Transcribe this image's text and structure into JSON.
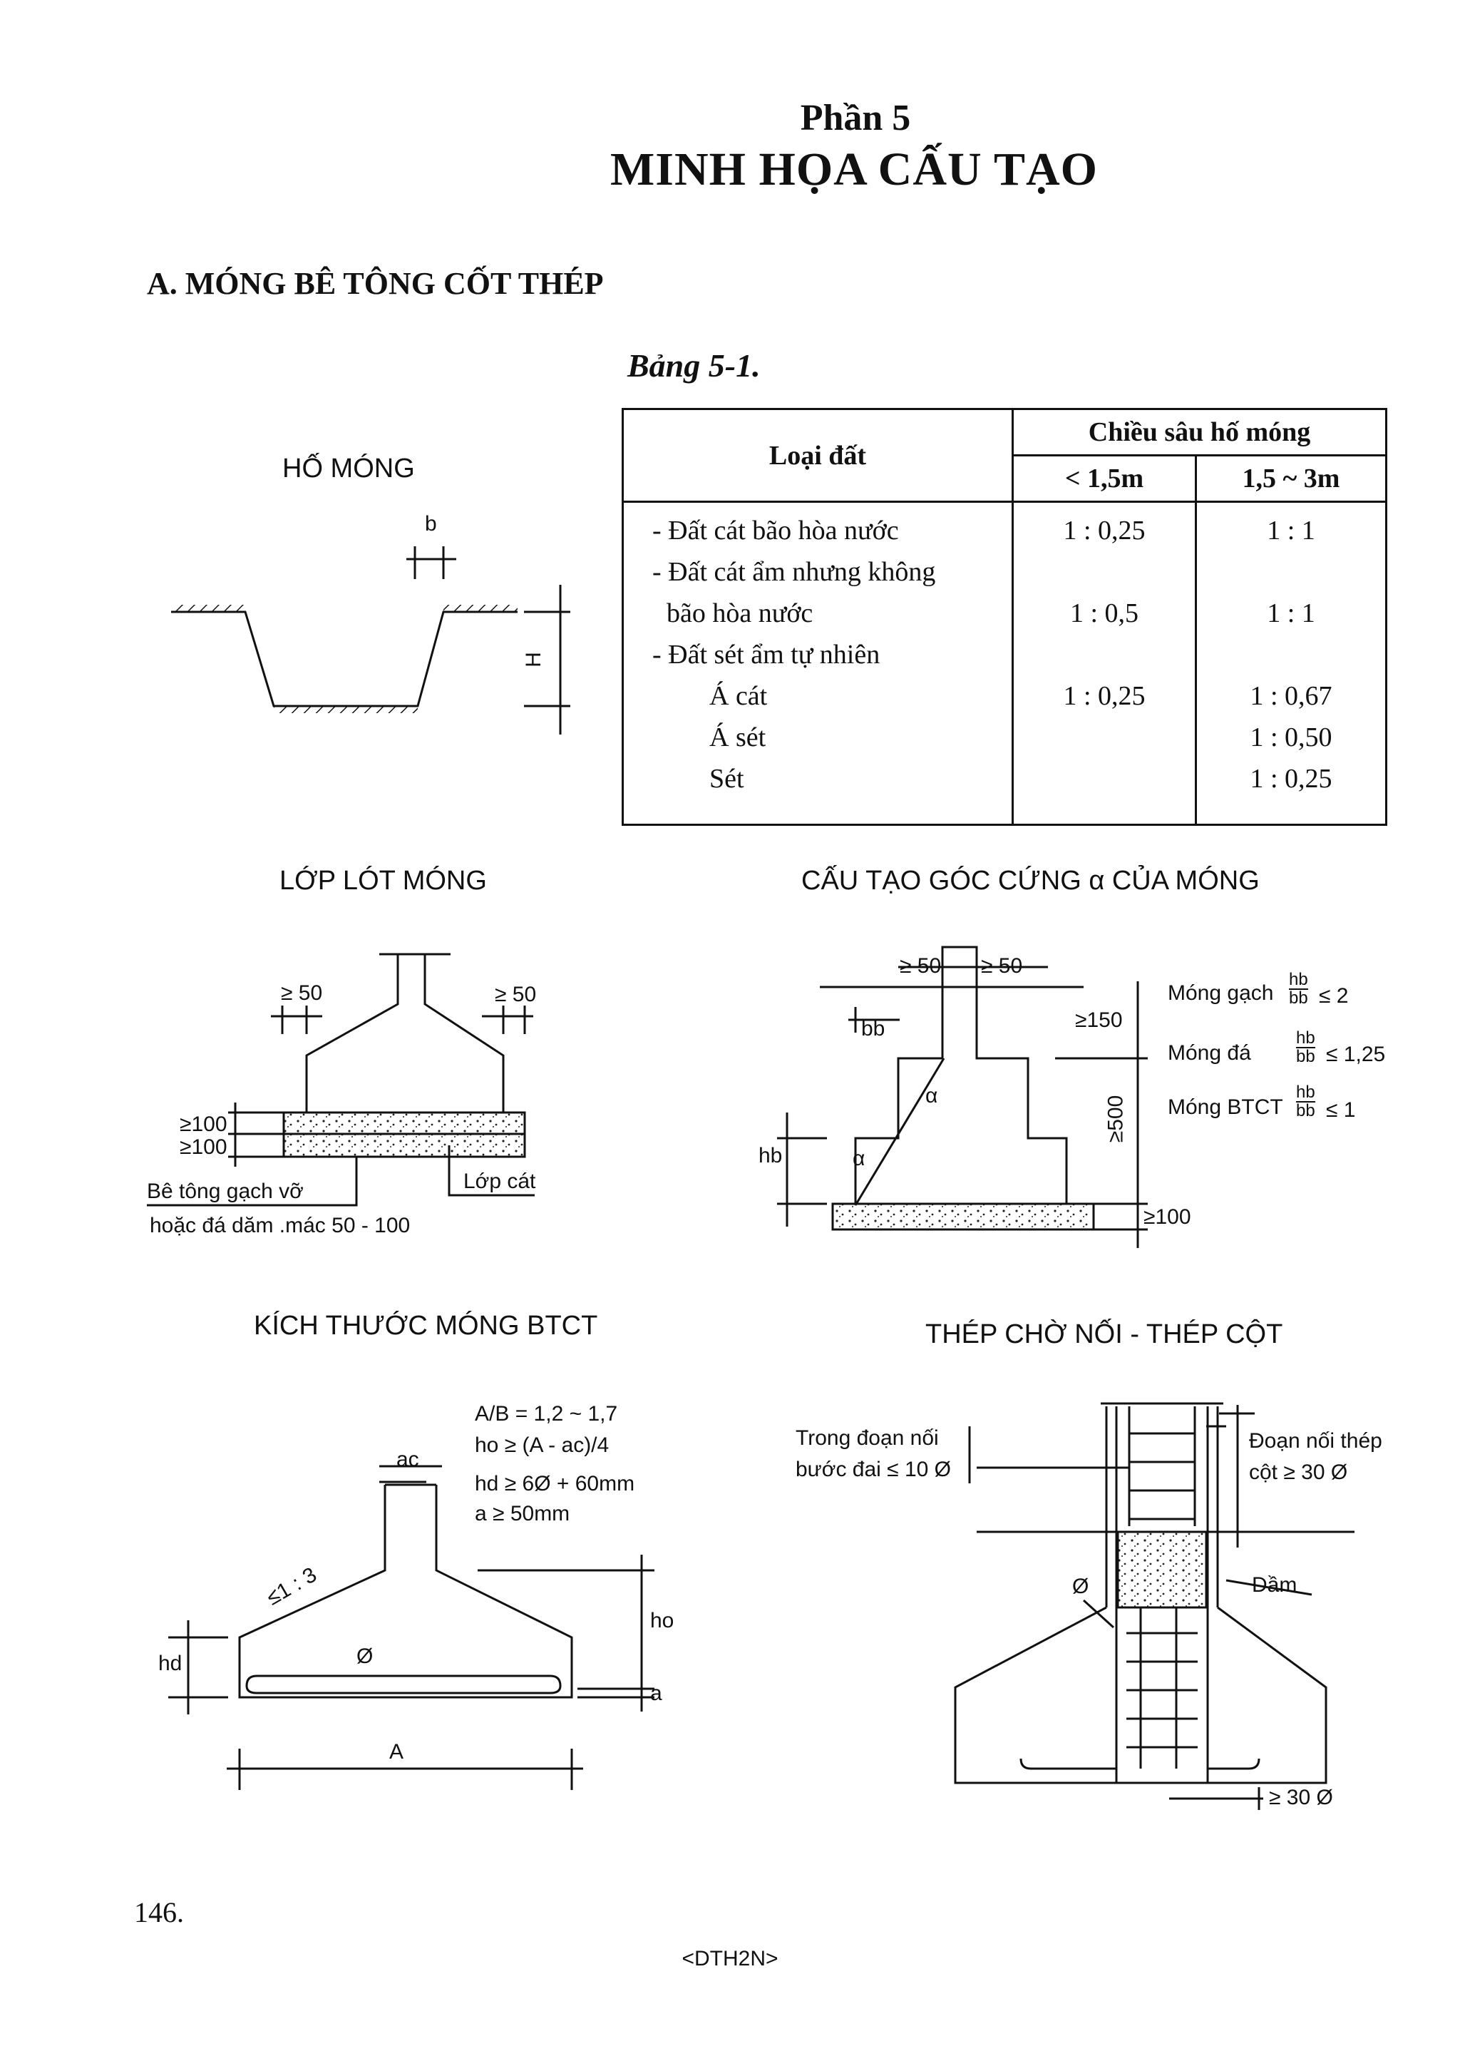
{
  "header": {
    "part": "Phần 5",
    "title": "MINH HỌA CẤU TẠO"
  },
  "section": {
    "title": "A. MÓNG BÊ TÔNG CỐT THÉP"
  },
  "table": {
    "caption": "Bảng 5-1.",
    "col_soil": "Loại đất",
    "col_depth": "Chiều sâu hố móng",
    "col_lt": "< 1,5m",
    "col_range": "1,5 ~ 3m",
    "soil_lines": [
      "- Đất cát bão hòa nước",
      "- Đất cát ẩm nhưng không",
      "bão hòa nước",
      "- Đất sét ẩm tự nhiên",
      "Á cát",
      "Á sét",
      "Sét"
    ],
    "lt_values": [
      "1 : 0,25",
      "",
      "1 : 0,5",
      "",
      "1 : 0,25",
      "",
      ""
    ],
    "range_values": [
      "1 : 1",
      "",
      "1 : 1",
      "",
      "1 : 0,67",
      "1 : 0,50",
      "1 : 0,25"
    ]
  },
  "diagrams": {
    "ho_mong": {
      "title": "HỐ MÓNG",
      "b": "b",
      "H": "H"
    },
    "lop_lot": {
      "title": "LỚP LÓT MÓNG",
      "d1": "≥ 50",
      "d2": "≥ 50",
      "h1": "≥100",
      "h2": "≥100",
      "sand": "Lớp cát",
      "concrete1": "Bê tông gạch vỡ",
      "concrete2": "hoặc đá dăm .mác 50 - 100"
    },
    "goc_cung": {
      "title": "CẤU TẠO GÓC CỨNG α CỦA MÓNG",
      "d1": "≥ 50",
      "d2": "≥ 50",
      "bb": "bb",
      "d150": "≥150",
      "d500": "≥500",
      "alpha": "α",
      "hb": "hb",
      "d100": "≥100",
      "r1_label": "Móng gạch",
      "r1_val": "≤ 2",
      "r2_label": "Móng đá",
      "r2_val": "≤ 1,25",
      "r3_label": "Móng BTCT",
      "r3_val": "≤ 1",
      "frac_num": "hb",
      "frac_den": "bb"
    },
    "kich_thuoc": {
      "title": "KÍCH THƯỚC MÓNG BTCT",
      "f1": "A/B = 1,2 ~ 1,7",
      "f2": "ho ≥ (A - ac)/4",
      "f3": "hd ≥ 6Ø + 60mm",
      "f4": "a ≥ 50mm",
      "ac": "ac",
      "slope": "≤1 : 3",
      "phi": "Ø",
      "hd": "hd",
      "ho": "ho",
      "a": "a",
      "A": "A"
    },
    "thep_cho": {
      "title": "THÉP CHỜ NỐI - THÉP CỘT",
      "l1": "Trong đoạn nối",
      "l2": "bước đai ≤ 10 Ø",
      "r1": "Đoạn nối thép",
      "r2": "cột ≥ 30 Ø",
      "phi": "Ø",
      "beam": "Dầm",
      "d30": "≥ 30 Ø"
    }
  },
  "footer": {
    "page": "146.",
    "code": "<DTH2N>"
  }
}
